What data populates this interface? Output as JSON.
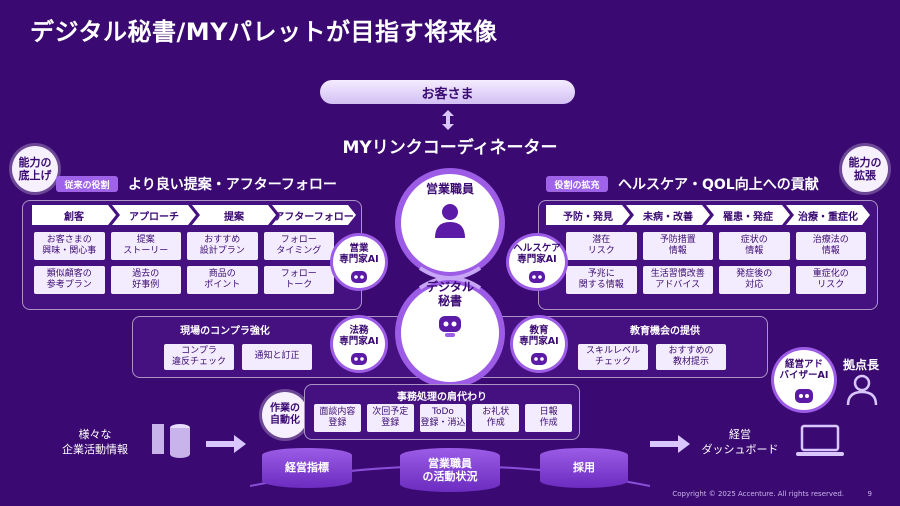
{
  "title": "デジタル秘書/MYパレットが目指す将来像",
  "customer": "お客さま",
  "coordinator": "MYリンクコーディネーター",
  "left_badge": "能力の\n底上げ",
  "right_badge": "能力の\n拡張",
  "left_section": {
    "tag": "従来の役割",
    "heading": "より良い提案・アフターフォロー",
    "stages": [
      "創客",
      "アプローチ",
      "提案",
      "アフターフォロー"
    ],
    "row1": [
      "お客さまの\n興味・関心事",
      "提案\nストーリー",
      "おすすめ\n設計プラン",
      "フォロー\nタイミング"
    ],
    "row2": [
      "類似顧客の\n参考プラン",
      "過去の\n好事例",
      "商品の\nポイント",
      "フォロー\nトーク"
    ]
  },
  "right_section": {
    "tag": "役割の拡充",
    "heading": "ヘルスケア・QOL向上への貢献",
    "stages": [
      "予防・発見",
      "未病・改善",
      "罹患・発症",
      "治療・重症化"
    ],
    "row1": [
      "潜在\nリスク",
      "予防措置\n情報",
      "症状の\n情報",
      "治療法の\n情報"
    ],
    "row2": [
      "予兆に\n関する情報",
      "生活習慣改善\nアドバイス",
      "発症後の\n対応",
      "重症化の\nリスク"
    ]
  },
  "center": {
    "sales_person": "営業職員",
    "digital_secretary": "デジタル\n秘書",
    "ai_sales": "営業\n専門家AI",
    "ai_health": "ヘルスケア\n専門家AI",
    "ai_legal": "法務\n専門家AI",
    "ai_edu": "教育\n専門家AI"
  },
  "compliance": {
    "heading": "現場のコンプラ強化",
    "items": [
      "コンプラ\n違反チェック",
      "通知と訂正"
    ]
  },
  "education": {
    "heading": "教育機会の提供",
    "items": [
      "スキルレベル\nチェック",
      "おすすめの\n教材提示"
    ]
  },
  "office": {
    "badge": "作業の\n自動化",
    "heading": "事務処理の肩代わり",
    "items": [
      "面談内容\n登録",
      "次回予定\n登録",
      "ToDo\n登録・消込",
      "お礼状\n作成",
      "日報\n作成"
    ]
  },
  "bottom": {
    "left_label": "様々な\n企業活動情報",
    "cyl1": "経営指標",
    "cyl2": "営業職員\nの活動状況",
    "cyl3": "採用",
    "right_label": "経営\nダッシュボード"
  },
  "advisor": {
    "ai": "経営アド\nバイザーAI",
    "manager": "拠点長"
  },
  "copyright": "Copyright © 2025 Accenture. All rights reserved.",
  "page_number": "9"
}
